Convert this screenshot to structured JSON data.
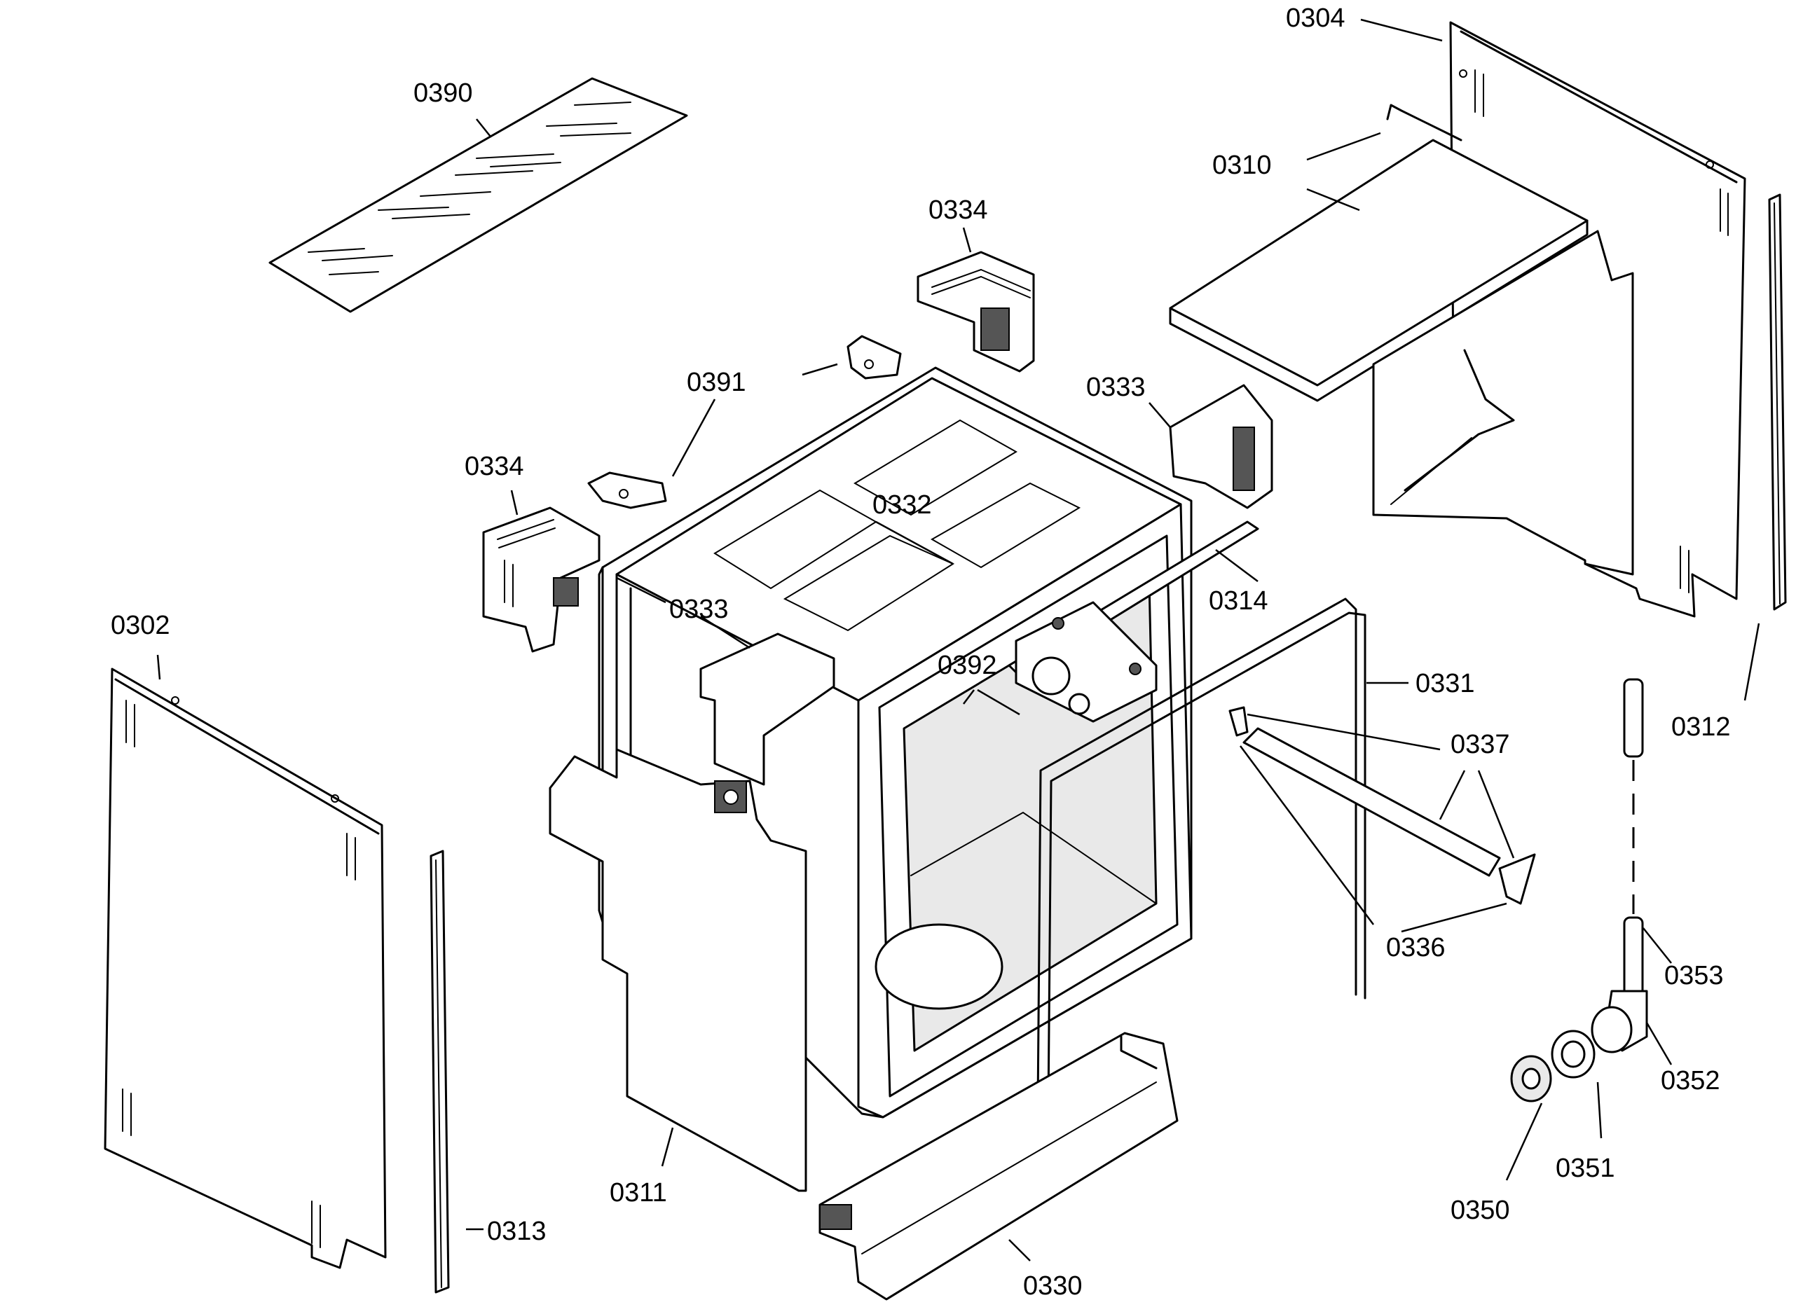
{
  "labels": [
    {
      "id": "p0304",
      "text": "0304"
    },
    {
      "id": "p0390",
      "text": "0390"
    },
    {
      "id": "p0310",
      "text": "0310"
    },
    {
      "id": "p0334a",
      "text": "0334"
    },
    {
      "id": "p0333a",
      "text": "0333"
    },
    {
      "id": "p0391",
      "text": "0391"
    },
    {
      "id": "p0334b",
      "text": "0334"
    },
    {
      "id": "p0332",
      "text": "0332"
    },
    {
      "id": "p0314",
      "text": "0314"
    },
    {
      "id": "p0302",
      "text": "0302"
    },
    {
      "id": "p0333b",
      "text": "0333"
    },
    {
      "id": "p0392",
      "text": "0392"
    },
    {
      "id": "p0331",
      "text": "0331"
    },
    {
      "id": "p0337",
      "text": "0337"
    },
    {
      "id": "p0312",
      "text": "0312"
    },
    {
      "id": "p0336",
      "text": "0336"
    },
    {
      "id": "p0353",
      "text": "0353"
    },
    {
      "id": "p0352",
      "text": "0352"
    },
    {
      "id": "p0311",
      "text": "0311"
    },
    {
      "id": "p0313",
      "text": "0313"
    },
    {
      "id": "p0351",
      "text": "0351"
    },
    {
      "id": "p0350",
      "text": "0350"
    },
    {
      "id": "p0330",
      "text": "0330"
    }
  ]
}
